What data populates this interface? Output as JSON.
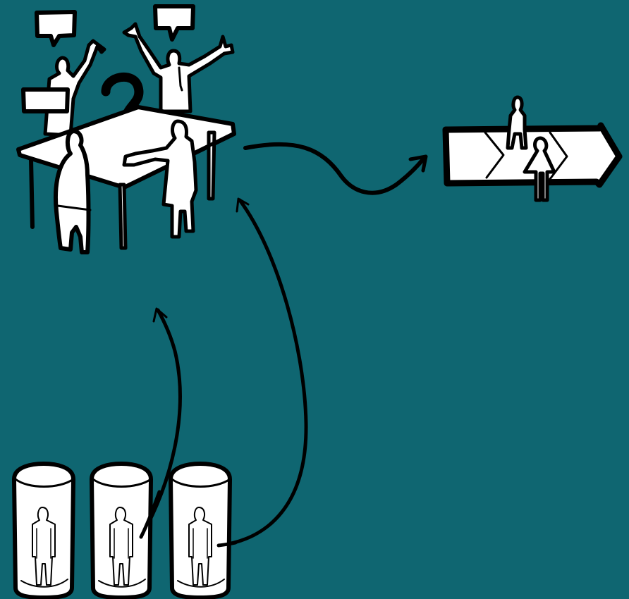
{
  "scene": {
    "background_color": "#0f6671",
    "ink_color": "#000000",
    "paper_color": "#ffffff",
    "groups": [
      {
        "name": "meeting-group",
        "icons": [
          "table-icon",
          "person-icon",
          "speech-bubble-icon",
          "question-mark-icon"
        ]
      },
      {
        "name": "process-arrow-group",
        "icons": [
          "chevron-arrow-icon",
          "person-icon"
        ]
      },
      {
        "name": "isolated-people-group",
        "icons": [
          "glass-tube-icon",
          "person-icon"
        ]
      }
    ],
    "connectors": [
      {
        "from": "meeting-group",
        "to": "process-arrow-group",
        "style": "wavy-arrow"
      },
      {
        "from": "isolated-people-group",
        "to": "meeting-group",
        "style": "curved-arrow"
      },
      {
        "from": "isolated-people-group",
        "to": "meeting-group",
        "style": "curved-arrow"
      }
    ]
  }
}
